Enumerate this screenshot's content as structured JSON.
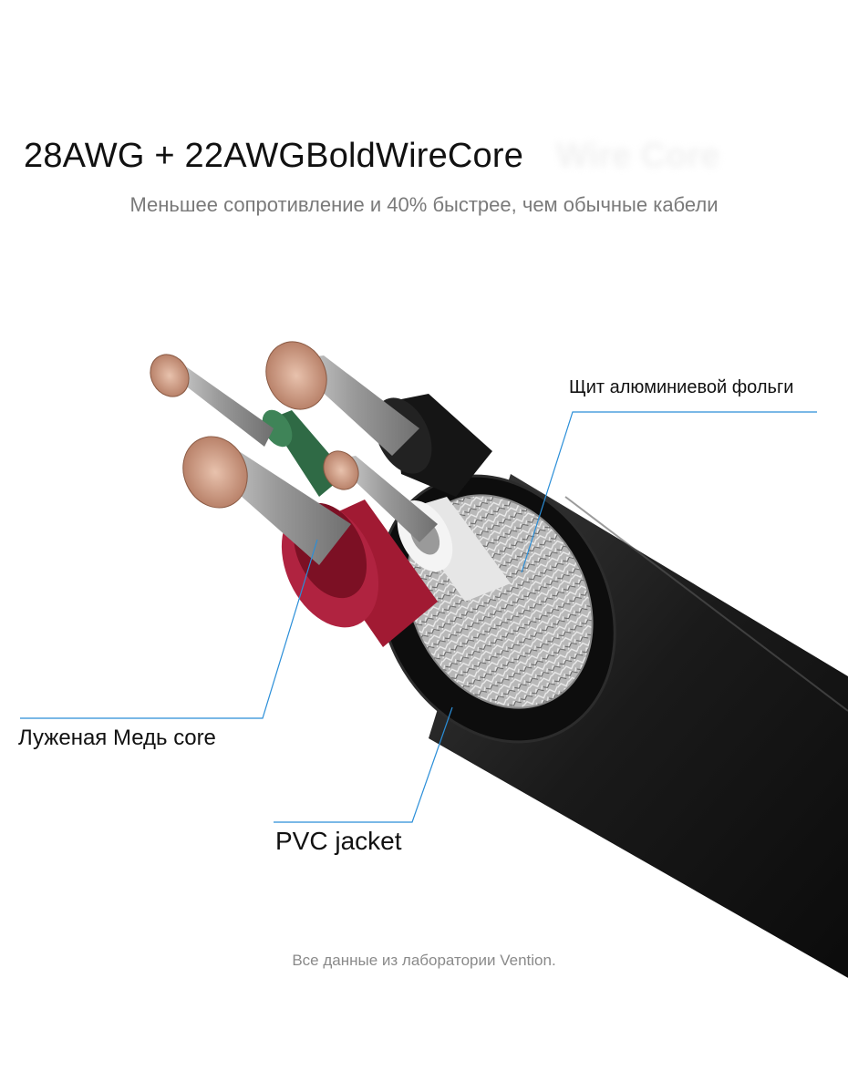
{
  "header": {
    "title": "28AWG + 22AWGBoldWireCore",
    "subtitle": "Меньшее сопротивление и 40% быстрее, чем обычные кабели"
  },
  "callouts": {
    "foil": "Щит алюминиевой фольги",
    "copper": "Луженая Медь core",
    "jacket": "PVC jacket"
  },
  "footer": {
    "note": "Все данные из лаборатории Vention."
  },
  "colors": {
    "leader": "#2a8ed8",
    "jacket": "#1c1c1c",
    "red_insulation": "#a11a33",
    "green_insulation": "#2f6a45",
    "white_insulation": "#e6e6e6",
    "copper": "#d4a48c"
  }
}
